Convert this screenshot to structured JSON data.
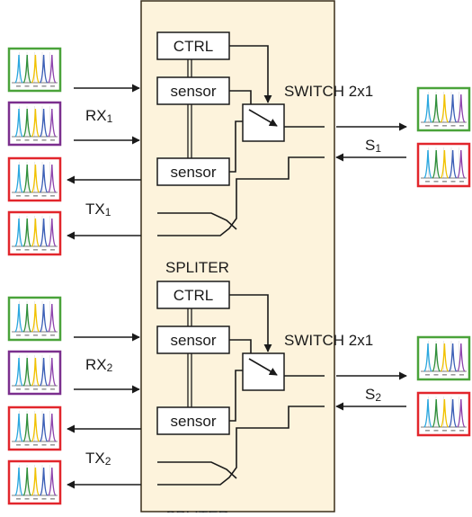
{
  "colors": {
    "panel_fill": "#fdf3dc",
    "panel_stroke": "#3a2e1a",
    "line": "#1a1a1a",
    "green": "#4aa33a",
    "purple": "#7b2f8e",
    "red": "#e2262c"
  },
  "sections": [
    {
      "id": "upper",
      "ctrl_label": "CTRL",
      "sensor_labels": [
        "sensor",
        "sensor"
      ],
      "switch_label": "SWITCH 2x1",
      "rx": {
        "main": "RX",
        "sub": "1"
      },
      "tx": {
        "main": "TX",
        "sub": "1"
      },
      "s": {
        "main": "S",
        "sub": "1"
      },
      "splitter_label": "SPLITER",
      "spectra": {
        "rx_in_1": {
          "frame": "green",
          "icon": "spectrum-icon"
        },
        "rx_in_2": {
          "frame": "purple",
          "icon": "spectrum-icon"
        },
        "tx_out_1": {
          "frame": "red",
          "icon": "spectrum-icon"
        },
        "tx_out_2": {
          "frame": "red",
          "icon": "spectrum-icon"
        },
        "s_out": {
          "frame": "green",
          "icon": "spectrum-icon"
        },
        "s_in": {
          "frame": "red",
          "icon": "spectrum-icon"
        }
      }
    },
    {
      "id": "lower",
      "ctrl_label": "CTRL",
      "sensor_labels": [
        "sensor",
        "sensor"
      ],
      "switch_label": "SWITCH 2x1",
      "rx": {
        "main": "RX",
        "sub": "2"
      },
      "tx": {
        "main": "TX",
        "sub": "2"
      },
      "s": {
        "main": "S",
        "sub": "2"
      },
      "splitter_label": "SPLITER",
      "spectra": {
        "rx_in_1": {
          "frame": "green",
          "icon": "spectrum-icon"
        },
        "rx_in_2": {
          "frame": "purple",
          "icon": "spectrum-icon"
        },
        "tx_out_1": {
          "frame": "red",
          "icon": "spectrum-icon"
        },
        "tx_out_2": {
          "frame": "red",
          "icon": "spectrum-icon"
        },
        "s_out": {
          "frame": "green",
          "icon": "spectrum-icon"
        },
        "s_in": {
          "frame": "red",
          "icon": "spectrum-icon"
        }
      }
    }
  ]
}
